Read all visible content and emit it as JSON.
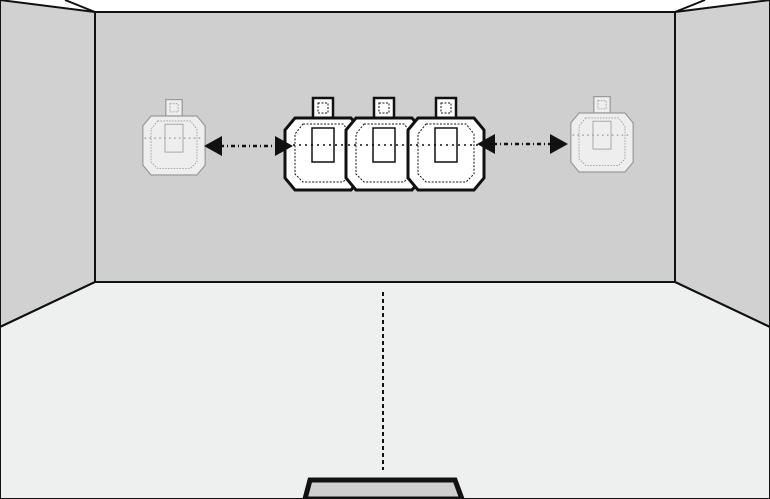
{
  "scene": {
    "description_type": "shooting-range-target-layout",
    "colors": {
      "back_wall": "#cfcfcf",
      "side_wall": "#d1d1d1",
      "floor": "#eef0ef",
      "stroke": "#111111",
      "ghost_target": "#eeeeee",
      "ghost_stroke": "#9a9a9a",
      "active_target": "#ffffff",
      "shooting_box": "#cfcfcf"
    },
    "targets": [
      {
        "id": "left-ghost",
        "style": "ghost"
      },
      {
        "id": "center-left",
        "style": "active"
      },
      {
        "id": "center",
        "style": "active"
      },
      {
        "id": "center-right",
        "style": "active"
      },
      {
        "id": "right-ghost",
        "style": "ghost"
      }
    ],
    "arrows": [
      {
        "id": "left-movement-arrow",
        "direction": "bidirectional"
      },
      {
        "id": "right-movement-arrow",
        "direction": "bidirectional"
      }
    ]
  }
}
